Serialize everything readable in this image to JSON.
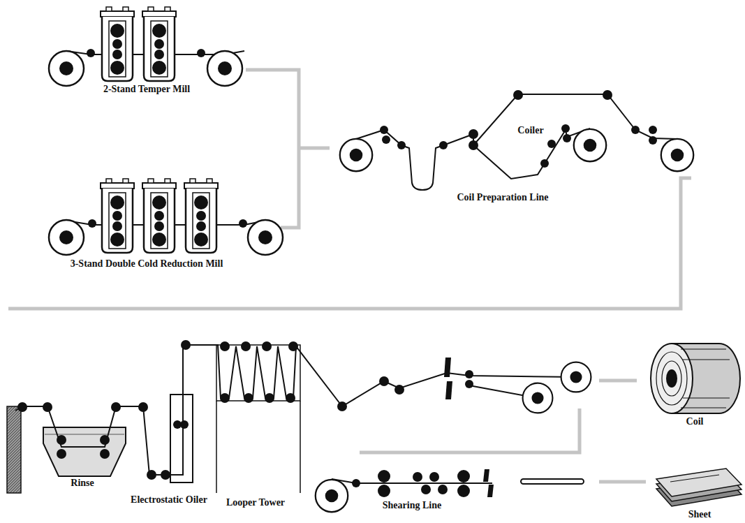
{
  "diagram": {
    "labels": [
      "2-Stand Temper Mill",
      "3-Stand Double Cold Reduction Mill",
      "Coil Preparation Line",
      "Coiler",
      "Coil",
      "Rinse",
      "Electrostatic Oiler",
      "Looper Tower",
      "Shearing Line",
      "Sheet"
    ]
  }
}
